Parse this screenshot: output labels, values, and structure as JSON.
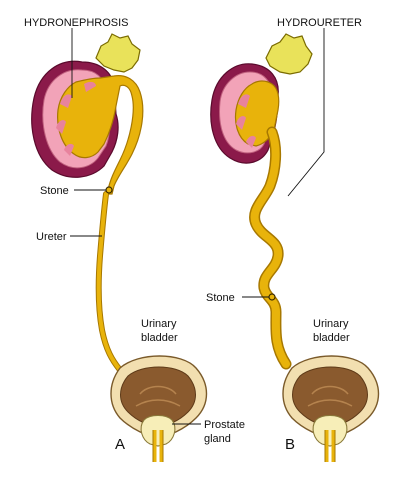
{
  "panels": [
    {
      "id": "A",
      "letter": "A",
      "title": "HYDRONEPHROSIS",
      "labels": {
        "stone": "Stone",
        "ureter": "Ureter",
        "bladder_line1": "Urinary",
        "bladder_line2": "bladder",
        "prostate_line1": "Prostate",
        "prostate_line2": "gland"
      }
    },
    {
      "id": "B",
      "letter": "B",
      "title": "HYDROURETER",
      "labels": {
        "stone": "Stone",
        "bladder_line1": "Urinary",
        "bladder_line2": "bladder"
      }
    }
  ],
  "colors": {
    "kidney_outer": "#8b1a4a",
    "kidney_cortex": "#f2a3b8",
    "kidney_pyramid": "#e8839d",
    "urine": "#e8b30b",
    "urine_edge": "#a77800",
    "adrenal": "#e9e25a",
    "bladder_wall": "#f2dfb0",
    "bladder_inner": "#8a5a2e",
    "prostate": "#f7eeb8"
  }
}
